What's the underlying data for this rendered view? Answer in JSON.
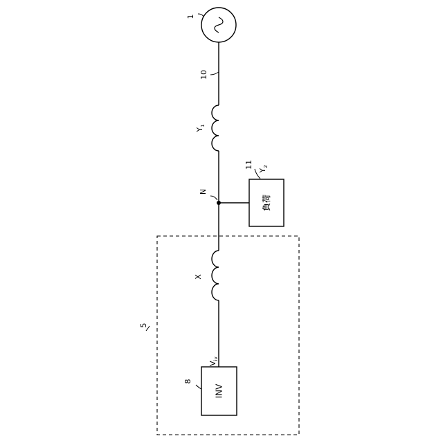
{
  "labels": {
    "source_ref": "1",
    "line_ref": "10",
    "inductor_y1_main": "Y",
    "inductor_y1_sub": "1",
    "node": "N",
    "load_ref": "11",
    "load_impedance_main": "Y",
    "load_impedance_sub": "2",
    "load_box": "負荷",
    "inductor_x": "X",
    "device_ref": "5",
    "voltage_main": "V",
    "voltage_sub": "iv",
    "inverter_ref": "8",
    "inverter_box": "INV"
  },
  "components": [
    {
      "id": "ac-source",
      "kind": "ac-voltage-source",
      "ref": "1"
    },
    {
      "id": "line",
      "kind": "line",
      "ref": "10"
    },
    {
      "id": "inductor-y1",
      "kind": "inductor",
      "label": "Y1"
    },
    {
      "id": "node-n",
      "kind": "junction",
      "label": "N"
    },
    {
      "id": "load",
      "kind": "load",
      "ref": "11",
      "label": "Y2"
    },
    {
      "id": "inductor-x",
      "kind": "inductor",
      "label": "X"
    },
    {
      "id": "inverter",
      "kind": "inverter",
      "ref": "8",
      "label": "Vinv"
    }
  ],
  "colors": {
    "stroke": "#000000",
    "background": "#ffffff"
  }
}
